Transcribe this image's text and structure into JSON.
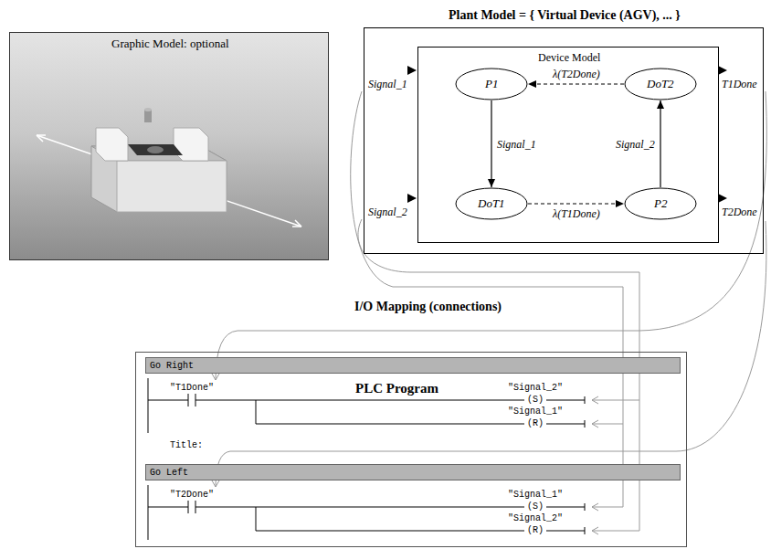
{
  "diagram": {
    "nodes": [
      {
        "text": [
          "Graphic Model: optional"
        ]
      },
      {
        "text": [
          "Plant Model = { Virtual Device (AGV), ... }"
        ]
      },
      {
        "text": [
          "Device Model"
        ],
        "in": 1
      },
      {
        "text": [
          "P1"
        ],
        "in": 2
      },
      {
        "text": [
          "DoT2"
        ],
        "in": 2
      },
      {
        "text": [
          "DoT1"
        ],
        "in": 2
      },
      {
        "text": [
          "P2"
        ],
        "in": 2
      },
      {
        "text": [
          "PLC Program"
        ]
      },
      {
        "text": [
          "Go Right"
        ],
        "in": 7
      },
      {
        "text": [
          "Go Left"
        ],
        "in": 7
      }
    ],
    "edges": [
      {
        "from": 3,
        "to": 5,
        "arrow": "to",
        "label": "Signal_1"
      },
      {
        "from": 5,
        "to": 6,
        "arrow": "to",
        "label": "λ(T1Done)"
      },
      {
        "from": 6,
        "to": 4,
        "arrow": "to",
        "label": "Signal_2"
      },
      {
        "from": 4,
        "to": 3,
        "arrow": "to",
        "label": "λ(T2Done)"
      }
    ],
    "labels": [
      "Signal_1",
      "Signal_2",
      "T1Done",
      "T2Done",
      "I/O Mapping (connections)",
      "\"T1Done\"",
      "\"Signal_2\"",
      "(S)",
      "\"Signal_1\"",
      "(R)",
      "Title:",
      "\"T2Done\"",
      "\"Signal_1\"",
      "(S)",
      "\"Signal_2\"",
      "(R)"
    ]
  }
}
